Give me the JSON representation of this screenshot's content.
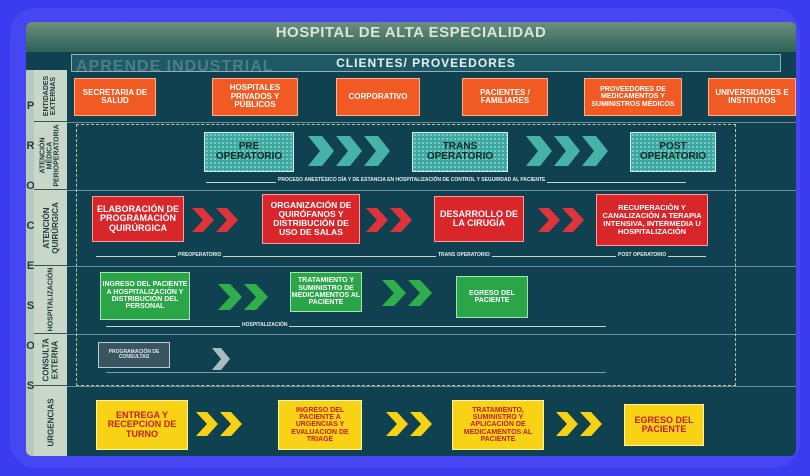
{
  "title": "HOSPITAL DE ALTA ESPECIALIDAD",
  "clients_bar": "CLIENTES/ PROVEEDORES",
  "watermark": "APRENDE INDUSTRIAL",
  "process_letters": [
    "P",
    "R",
    "O",
    "C",
    "E",
    "S",
    "O",
    "S"
  ],
  "lanes": [
    {
      "label": "ENTIDADES EXTERNAS"
    },
    {
      "label": "ATENCIÓN MÉDICA PERIOPERATORIA"
    },
    {
      "label": "ATENCIÓN QUIRÚRGICA"
    },
    {
      "label": "HOSPITALIZACIÓN"
    },
    {
      "label": "CONSULTA EXTERNA"
    },
    {
      "label": "URGENCIAS"
    }
  ],
  "entities": [
    "SECRETARIA DE SALUD",
    "HOSPITALES PRIVADOS Y PÚBLICOS",
    "CORPORATIVO",
    "PACIENTES / FAMILIARES",
    "PROVEEDORES DE MEDICAMENTOS Y SUMINISTROS MÉDICOS",
    "UNIVERSIDADES E INSTITUTOS"
  ],
  "perioperatoria": {
    "boxes": [
      "PRE OPERATORIO",
      "TRANS OPERATORIO",
      "POST OPERATORIO"
    ],
    "caption": "PROCESO ANESTÉSICO DÍA Y DE ESTANCIA EN HOSPITALIZACIÓN DE CONTROL Y SEGURIDAD AL PACIENTE"
  },
  "quirurgica": {
    "boxes": [
      "ELABORACIÓN DE PROGRAMACIÓN QUIRÚRGICA",
      "ORGANIZACIÓN DE QUIRÓFANOS Y DISTRIBUCIÓN DE USO DE SALAS",
      "DESARROLLO DE LA CIRUGÍA",
      "RECUPERACIÓN Y CANALIZACIÓN A TERAPIA INTENSIVA, INTERMEDIA U HOSPITALIZACIÓN"
    ],
    "notes": [
      "PREOPERATORIO",
      "TRANS OPERATORIO",
      "POST OPERATORIO"
    ]
  },
  "hospitalizacion": {
    "boxes": [
      "INGRESO DEL PACIENTE A HOSPITALIZACIÓN Y DISTRIBUCIÓN DEL PERSONAL",
      "TRATAMIENTO Y SUMINISTRO DE MEDICAMENTOS AL PACIENTE",
      "EGRESO DEL PACIENTE"
    ],
    "note": "HOSPITALIZACIÓN"
  },
  "consulta": {
    "box": "PROGRAMACIÓN DE CONSULTAS"
  },
  "urgencias": {
    "boxes": [
      "ENTREGA Y RECEPCION DE TURNO",
      "INGRESO DEL PACIENTE A URGENCIAS Y EVALUACION DE TRIAGE",
      "TRATAMIENTO, SUMINISTRO Y APLICACIÓN DE MEDICAMENTOS AL PACIENTE",
      "EGRESO DEL PACIENTE"
    ]
  },
  "colors": {
    "background": "#0f4150",
    "frame": "#4646f2",
    "entity": "#f15a22",
    "periop": "#3fa7a0",
    "surgery": "#d8262b",
    "hospital": "#2aa548",
    "urgencias": "#f8d215",
    "urgencias_text": "#c61e1e"
  }
}
